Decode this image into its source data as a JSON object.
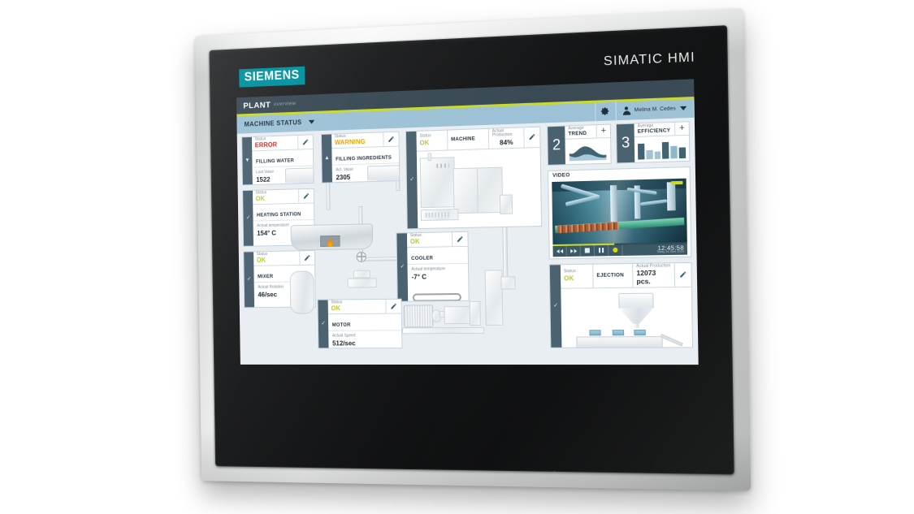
{
  "device": {
    "brand": "SIEMENS",
    "product_label": "SIMATIC HMI"
  },
  "hmi": {
    "header": {
      "title": "PLANT",
      "subtitle": "overview"
    },
    "toolbar": {
      "status_select_label": "MACHINE STATUS",
      "gear_icon": "gear-icon",
      "user_name": "Melina M. Cedes",
      "user_icon": "user-avatar-icon",
      "dropdown_icon": "chevron-down-icon"
    },
    "colors": {
      "accent_yellow": "#c9d92e",
      "toolbar_blue": "#9dc1d6",
      "header_slate": "#3a4a55",
      "status_error": "#d61f20",
      "status_warning": "#e8a200",
      "status_ok": "#b9c926",
      "brand_teal": "#00919e"
    },
    "cards": [
      {
        "id": "filling-water",
        "status_label": "Status",
        "status_value": "ERROR",
        "title": "FILLING WATER",
        "metric_label": "Last Value",
        "metric_value": "1522",
        "edit_icon": "pencil-icon",
        "bar_color": "#d61f20",
        "chevron": "▼"
      },
      {
        "id": "filling-ingredients",
        "status_label": "Status",
        "status_value": "WARNING",
        "title": "FILLING INGREDIENTS",
        "metric_label": "Act. Value",
        "metric_value": "2305",
        "edit_icon": "pencil-icon",
        "bar_color": "#e8a200",
        "chevron": "▲"
      },
      {
        "id": "heating-station",
        "status_label": "Status",
        "status_value": "OK",
        "title": "HEATING STATION",
        "metric_label": "Actual temperature",
        "metric_value": "154° C",
        "edit_icon": "pencil-icon",
        "bar_color": "#b9c926",
        "chevron": "✓"
      },
      {
        "id": "mixer",
        "status_label": "Status",
        "status_value": "OK",
        "title": "MIXER",
        "metric_label": "Actual Rotation",
        "metric_value": "46/sec",
        "edit_icon": "pencil-icon",
        "bar_color": "#b9c926",
        "chevron": "✓"
      },
      {
        "id": "machine",
        "status_label": "Status",
        "status_value": "OK",
        "title": "MACHINE",
        "metric_label": "Actual Production",
        "metric_value": "84%",
        "edit_icon": "pencil-icon",
        "bar_color": "#b9c926",
        "chevron": "✓"
      },
      {
        "id": "cooler",
        "status_label": "Status",
        "status_value": "OK",
        "title": "COOLER",
        "metric_label": "Actual temperature",
        "metric_value": "-7° C",
        "edit_icon": "pencil-icon",
        "bar_color": "#b9c926",
        "chevron": "✓"
      },
      {
        "id": "motor",
        "status_label": "Status",
        "status_value": "OK",
        "title": "MOTOR",
        "metric_label": "Actual Speed",
        "metric_value": "512/sec",
        "edit_icon": "pencil-icon",
        "bar_color": "#b9c926",
        "chevron": "✓"
      },
      {
        "id": "ejection",
        "status_label": "Status",
        "status_value": "OK",
        "title": "EJECTION",
        "metric_label": "Actual Production",
        "metric_value": "12073 pcs.",
        "edit_icon": "pencil-icon",
        "bar_color": "#b9c926",
        "chevron": "✓"
      }
    ],
    "mini_panels": [
      {
        "id": "trend",
        "number": "2",
        "label_small": "Average",
        "label_main": "TREND",
        "add_label": "+",
        "edge_color": "#c9d92e"
      },
      {
        "id": "efficiency",
        "number": "3",
        "label_small": "Average",
        "label_main": "EFFICIENCY",
        "add_label": "+",
        "edge_color": "#e8a200"
      }
    ],
    "video": {
      "title": "VIDEO",
      "time": "12:45:58",
      "date": "Today 24 June 2014",
      "controls": [
        {
          "name": "rewind-button",
          "glyph": "◀◀"
        },
        {
          "name": "fast-forward-button",
          "glyph": "▶▶"
        },
        {
          "name": "stop-button",
          "glyph": "stop-icon"
        },
        {
          "name": "pause-button",
          "glyph": "pause-icon"
        },
        {
          "name": "record-button",
          "glyph": "record-icon"
        }
      ],
      "live_badge": "live-indicator"
    }
  },
  "chart_data": [
    {
      "type": "area",
      "id": "trend-sparkline",
      "title": "Average TREND",
      "x": [
        0,
        1,
        2,
        3,
        4,
        5,
        6,
        7,
        8
      ],
      "values": [
        34,
        28,
        36,
        52,
        70,
        78,
        66,
        46,
        38
      ],
      "ylim": [
        0,
        100
      ],
      "xlabel": "",
      "ylabel": "",
      "grid": false,
      "legend": "none"
    },
    {
      "type": "bar",
      "id": "efficiency-bars",
      "title": "Average EFFICIENCY",
      "categories": [
        "1",
        "2",
        "3",
        "4",
        "5",
        "6"
      ],
      "values": [
        78,
        44,
        36,
        86,
        64,
        54
      ],
      "ylim": [
        0,
        100
      ],
      "xlabel": "",
      "ylabel": "",
      "grid": false,
      "legend": "none",
      "bar_colors": [
        "#3f6272",
        "#9fc3d6",
        "#9fc3d6",
        "#3f6272",
        "#8fb8cd",
        "#3f6272"
      ]
    }
  ]
}
